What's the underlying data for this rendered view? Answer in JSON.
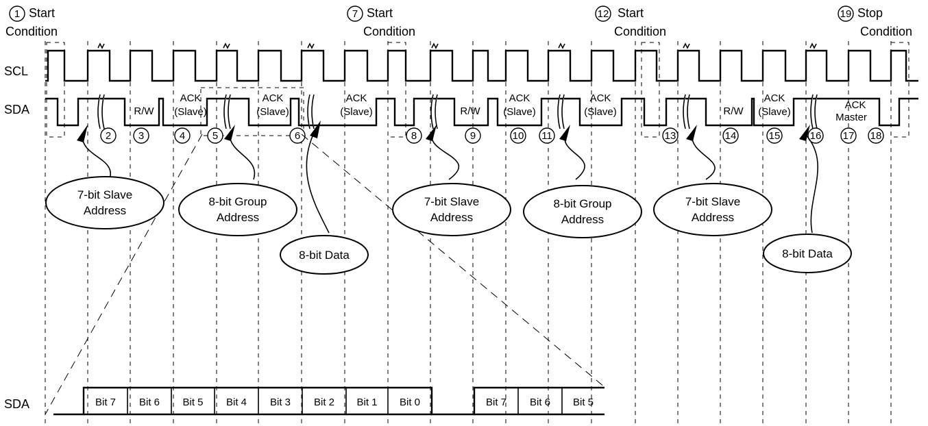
{
  "signals": {
    "scl": "SCL",
    "sda": "SDA",
    "sda_detail": "SDA"
  },
  "markers": [
    {
      "n": "1",
      "text": "Start",
      "text2": "Condition"
    },
    {
      "n": "7",
      "text": "Start",
      "text2": "Condition"
    },
    {
      "n": "12",
      "text": "Start",
      "text2": "Condition"
    },
    {
      "n": "19",
      "text": "Stop",
      "text2": "Condition"
    }
  ],
  "sda_labels": {
    "rw": "R/W",
    "ack": "ACK",
    "slave": "(Slave)",
    "master": "Master"
  },
  "numbers": [
    "2",
    "3",
    "4",
    "5",
    "6",
    "8",
    "9",
    "10",
    "11",
    "13",
    "14",
    "15",
    "16",
    "17",
    "18"
  ],
  "callouts": {
    "slave1": [
      "7-bit Slave",
      "Address"
    ],
    "group1": [
      "8-bit Group",
      "Address"
    ],
    "data1": "8-bit Data",
    "slave2": [
      "7-bit Slave",
      "Address"
    ],
    "group2": [
      "8-bit Group",
      "Address"
    ],
    "slave3": [
      "7-bit Slave",
      "Address"
    ],
    "data2": "8-bit Data"
  },
  "bits_group1": [
    "Bit 7",
    "Bit 6",
    "Bit 5",
    "Bit 4",
    "Bit 3",
    "Bit 2",
    "Bit 1",
    "Bit 0"
  ],
  "bits_group2": [
    "Bit 7",
    "Bit 6",
    "Bit 5"
  ]
}
